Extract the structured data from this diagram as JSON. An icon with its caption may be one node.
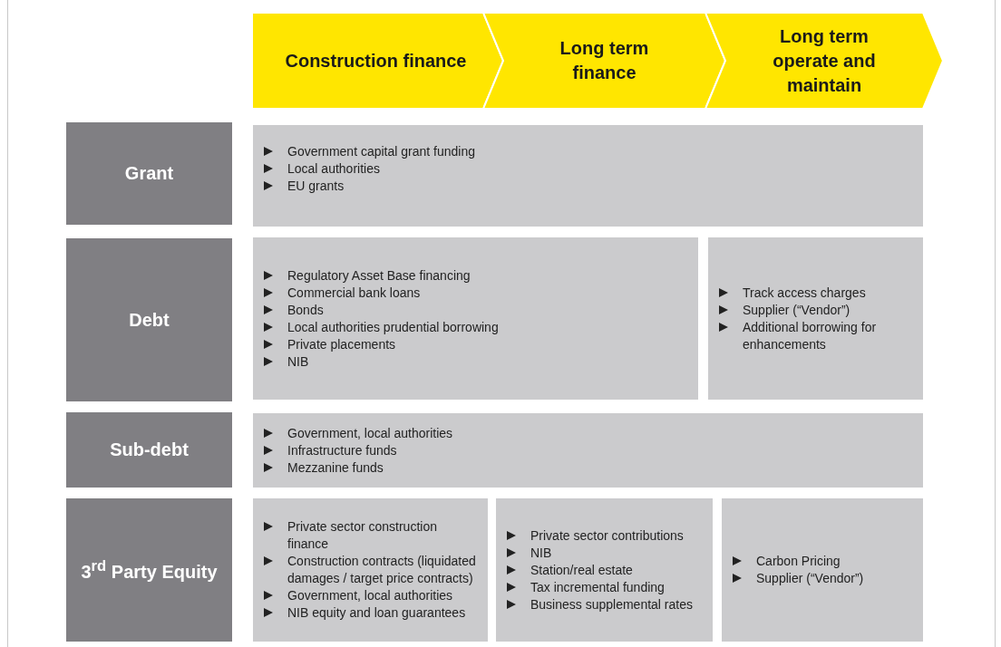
{
  "diagram": {
    "nodes": [
      {
        "text": [
          "Construction finance"
        ]
      },
      {
        "text": [
          "Long term finance"
        ]
      },
      {
        "text": [
          "Long term operate and maintain"
        ]
      },
      {
        "text": [
          "Grant"
        ]
      },
      {
        "text": [
          "Government capital grant funding",
          "Local authorities",
          "EU grants"
        ]
      },
      {
        "text": [
          "Debt"
        ]
      },
      {
        "text": [
          "Regulatory Asset Base  financing",
          "Commercial bank loans",
          "Bonds",
          "Local authorities prudential borrowing",
          "Private placements",
          "NIB"
        ]
      },
      {
        "text": [
          "Track access charges",
          "Supplier (“Vendor”)",
          "Additional borrowing for enhancements"
        ]
      },
      {
        "text": [
          "Sub-debt"
        ]
      },
      {
        "text": [
          "Government, local authorities",
          "Infrastructure funds",
          "Mezzanine funds"
        ]
      },
      {
        "text": [
          "3$^{rd}$ Party Equity"
        ]
      },
      {
        "text": [
          "Private sector construction finance",
          "Construction contracts (liquidated damages / target price contracts)",
          "Government, local authorities",
          "NIB equity and loan guarantees"
        ]
      },
      {
        "text": [
          "Private sector contributions",
          "NIB",
          "Station/real estate",
          "Tax incremental funding",
          "Business supplemental rates"
        ]
      },
      {
        "text": [
          "Carbon Pricing",
          "Supplier (“Vendor”)"
        ]
      }
    ]
  }
}
